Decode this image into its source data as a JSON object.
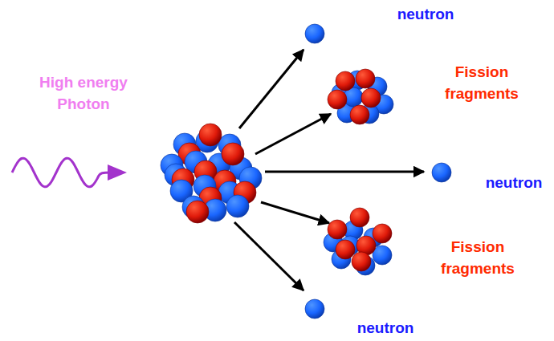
{
  "diagram": {
    "labels": [
      "neutron",
      "Fission fragments",
      "High energy Photon",
      "neutron",
      "Fission fragments",
      "neutron"
    ]
  }
}
